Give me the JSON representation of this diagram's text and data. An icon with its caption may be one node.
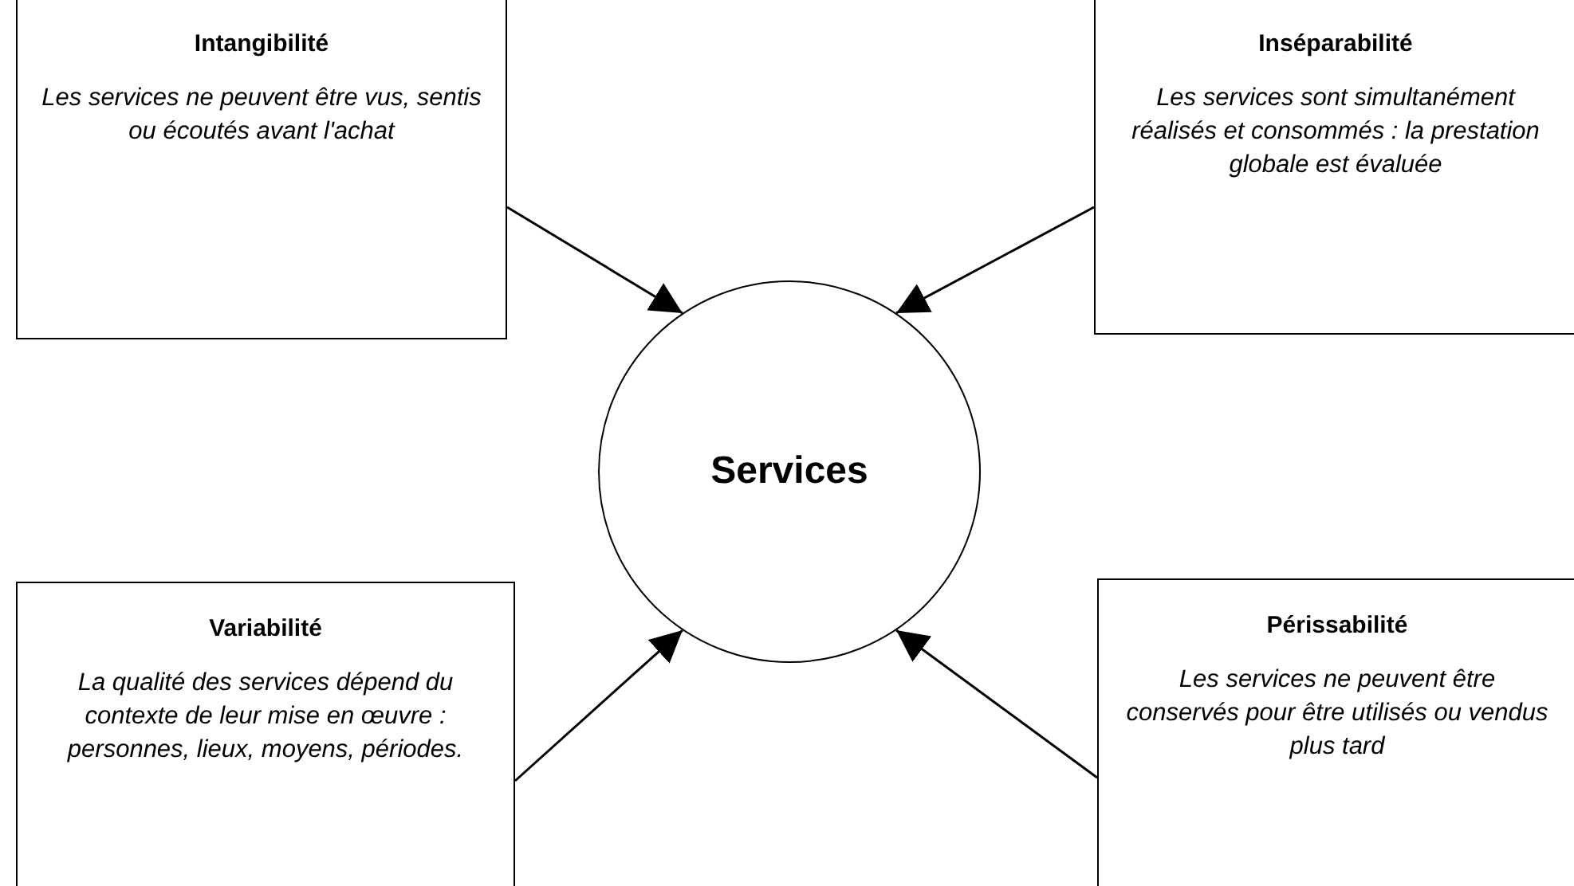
{
  "diagram": {
    "nodes": [
      {
        "text": [
          "Intangibilité",
          "Les services ne peuvent être vus, sentis ou écoutés avant l'achat"
        ]
      },
      {
        "text": [
          "Inséparabilité",
          "Les services sont simultanément réalisés et consommés : la prestation globale est évaluée"
        ]
      },
      {
        "text": [
          "Services"
        ]
      },
      {
        "text": [
          "Variabilité",
          "La qualité des services dépend du contexte de leur mise en œuvre : personnes, lieux, moyens, périodes."
        ]
      },
      {
        "text": [
          "Périssabilité",
          "Les services ne peuvent être conservés pour être utilisés ou vendus plus tard"
        ]
      }
    ],
    "edges": [
      {
        "from": 0,
        "to": 2,
        "arrow": "to"
      },
      {
        "from": 1,
        "to": 2,
        "arrow": "to"
      },
      {
        "from": 3,
        "to": 2,
        "arrow": "to"
      },
      {
        "from": 4,
        "to": 2,
        "arrow": "to"
      }
    ]
  }
}
